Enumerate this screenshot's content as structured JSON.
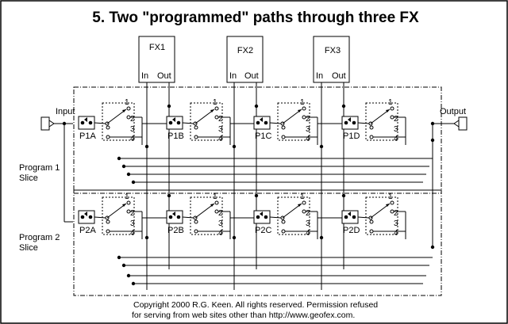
{
  "title": "5. Two \"programmed\" paths through three FX",
  "fx_boxes": [
    {
      "name": "FX1",
      "in": "In",
      "out": "Out"
    },
    {
      "name": "FX2",
      "in": "In",
      "out": "Out"
    },
    {
      "name": "FX3",
      "in": "In",
      "out": "Out"
    }
  ],
  "input_label": "Input",
  "output_label": "Output",
  "slices": [
    {
      "label_line1": "Program 1",
      "label_line2": "Slice",
      "switches": [
        "P1A",
        "P1B",
        "P1C",
        "P1D"
      ]
    },
    {
      "label_line1": "Program 2",
      "label_line2": "Slice",
      "switches": [
        "P2A",
        "P2B",
        "P2C",
        "P2D"
      ]
    }
  ],
  "positions": [
    "1",
    "2",
    "3",
    "4"
  ],
  "copyright_line1": "Copyright 2000 R.G. Keen. All rights reserved. Permission refused",
  "copyright_line2": "for serving from web sites other than http://www.geofex.com."
}
